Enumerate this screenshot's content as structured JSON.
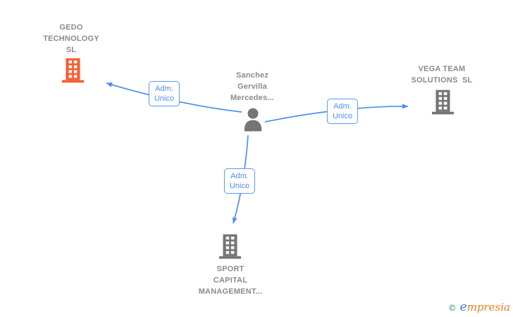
{
  "nodes": {
    "person": {
      "lines": [
        "Sanchez",
        "Gervilla",
        "Mercedes..."
      ],
      "icon": "person-icon"
    },
    "gedo": {
      "lines": [
        "GEDO",
        "TECHNOLOGY",
        "SL"
      ],
      "icon": "building-icon",
      "highlighted": true
    },
    "vega": {
      "lines": [
        "VEGA TEAM",
        "SOLUTIONS  SL"
      ],
      "icon": "building-icon",
      "highlighted": false
    },
    "sport": {
      "lines": [
        "SPORT",
        "CAPITAL",
        "MANAGEMENT..."
      ],
      "icon": "building-icon",
      "highlighted": false
    }
  },
  "edges": [
    {
      "from": "person",
      "to": "gedo",
      "label_lines": [
        "Adm.",
        "Unico"
      ]
    },
    {
      "from": "person",
      "to": "vega",
      "label_lines": [
        "Adm.",
        "Unico"
      ]
    },
    {
      "from": "person",
      "to": "sport",
      "label_lines": [
        "Adm.",
        "Unico"
      ]
    }
  ],
  "colors": {
    "edge_blue": "#4d8ff2",
    "icon_gray": "#757575",
    "label_gray": "#8b8b8b",
    "highlight_orange": "#f95b33",
    "logo_teal": "#2b7f8a",
    "logo_blue": "#3a7fd1",
    "logo_orange": "#ef7d23"
  },
  "logo": {
    "symbol": "©",
    "initial": "e",
    "rest": "mpresia"
  }
}
